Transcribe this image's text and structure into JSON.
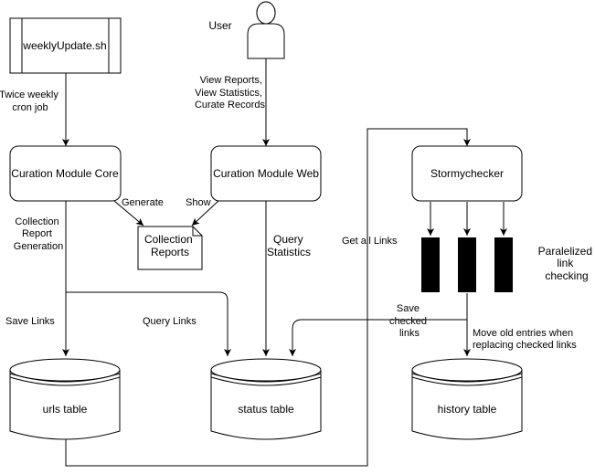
{
  "nodes": {
    "weekly_script": "weeklyUpdate.sh",
    "user": "User",
    "core": "Curation Module Core",
    "web": "Curation Module Web",
    "stormychecker": "Stormychecker",
    "collection_reports": [
      "Collection",
      "Reports"
    ],
    "urls_table": "urls table",
    "status_table": "status table",
    "history_table": "history table"
  },
  "labels": {
    "twice_weekly": [
      "Twice weekly",
      "cron job"
    ],
    "user_actions": [
      "View Reports,",
      "View Statistics,",
      "Curate Records"
    ],
    "generate": "Generate",
    "show": "Show",
    "collection_report_generation": [
      "Collection",
      "Report",
      "Generation"
    ],
    "query_statistics": [
      "Query",
      "Statistics"
    ],
    "get_all_links": "Get all Links",
    "parallel_checking": [
      "Paralelized",
      "link",
      "checking"
    ],
    "save_links": "Save Links",
    "query_links": "Query Links",
    "save_checked_links": [
      "Save",
      "checked",
      "links"
    ],
    "move_old_entries": [
      "Move old entries when",
      "replacing checked links"
    ]
  }
}
